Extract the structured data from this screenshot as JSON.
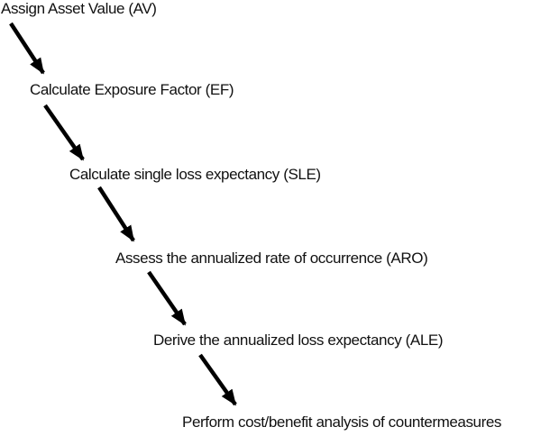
{
  "diagram": {
    "type": "flow",
    "direction": "diagonal-down-right",
    "steps": [
      {
        "label": "Assign Asset Value (AV)"
      },
      {
        "label": "Calculate Exposure Factor (EF)"
      },
      {
        "label": "Calculate single loss expectancy (SLE)"
      },
      {
        "label": "Assess the annualized rate of occurrence (ARO)"
      },
      {
        "label": "Derive the annualized loss expectancy (ALE)"
      },
      {
        "label": "Perform cost/benefit analysis of countermeasures"
      }
    ],
    "colors": {
      "background": "#ffffff",
      "text": "#111111",
      "arrow": "#000000"
    }
  }
}
